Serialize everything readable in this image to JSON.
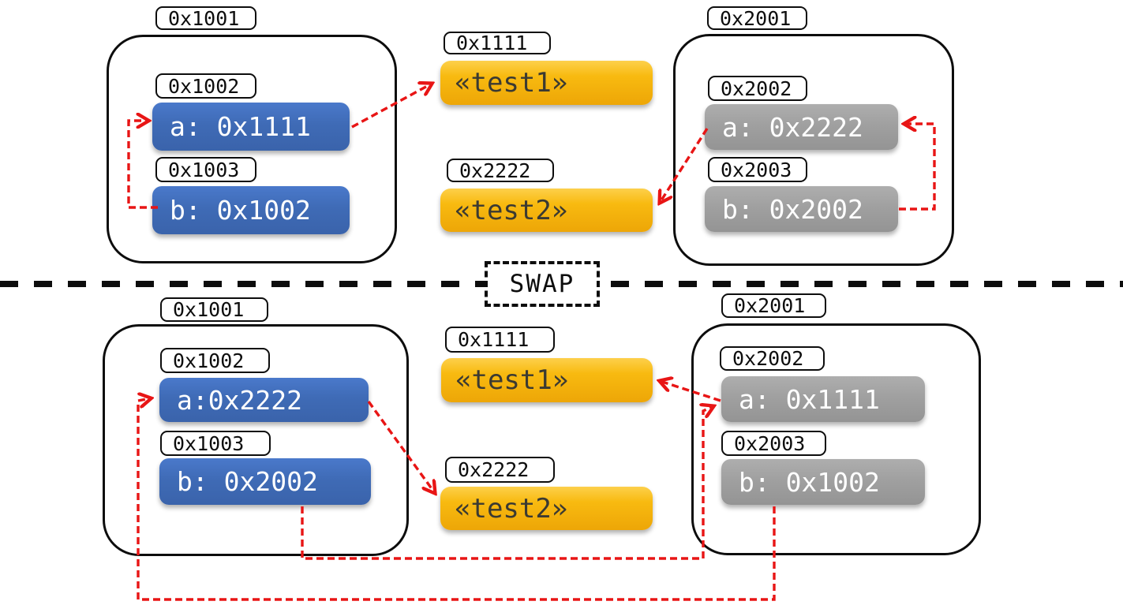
{
  "divider": {
    "label": "SWAP"
  },
  "colors": {
    "variable_box_left": "#3f6bb6",
    "variable_box_right": "#9f9f9f",
    "string_box": "#f6b40b",
    "arrow": "#e81515",
    "outline": "#0d0d0d",
    "background": "#ffffff"
  },
  "before": {
    "left_object": {
      "tab": "0x1001",
      "slots": [
        {
          "tag": "0x1002",
          "value": "a: 0x1111"
        },
        {
          "tag": "0x1003",
          "value": "b: 0x1002"
        }
      ]
    },
    "strings": [
      {
        "tag": "0x1111",
        "value": "«test1»"
      },
      {
        "tag": "0x2222",
        "value": "«test2»"
      }
    ],
    "right_object": {
      "tab": "0x2001",
      "slots": [
        {
          "tag": "0x2002",
          "value": "a: 0x2222"
        },
        {
          "tag": "0x2003",
          "value": "b: 0x2002"
        }
      ]
    }
  },
  "after": {
    "left_object": {
      "tab": "0x1001",
      "slots": [
        {
          "tag": "0x1002",
          "value": "a:0x2222"
        },
        {
          "tag": "0x1003",
          "value": "b: 0x2002"
        }
      ]
    },
    "strings": [
      {
        "tag": "0x1111",
        "value": "«test1»"
      },
      {
        "tag": "0x2222",
        "value": "«test2»"
      }
    ],
    "right_object": {
      "tab": "0x2001",
      "slots": [
        {
          "tag": "0x2002",
          "value": "a: 0x1111"
        },
        {
          "tag": "0x2003",
          "value": "b: 0x1002"
        }
      ]
    }
  }
}
